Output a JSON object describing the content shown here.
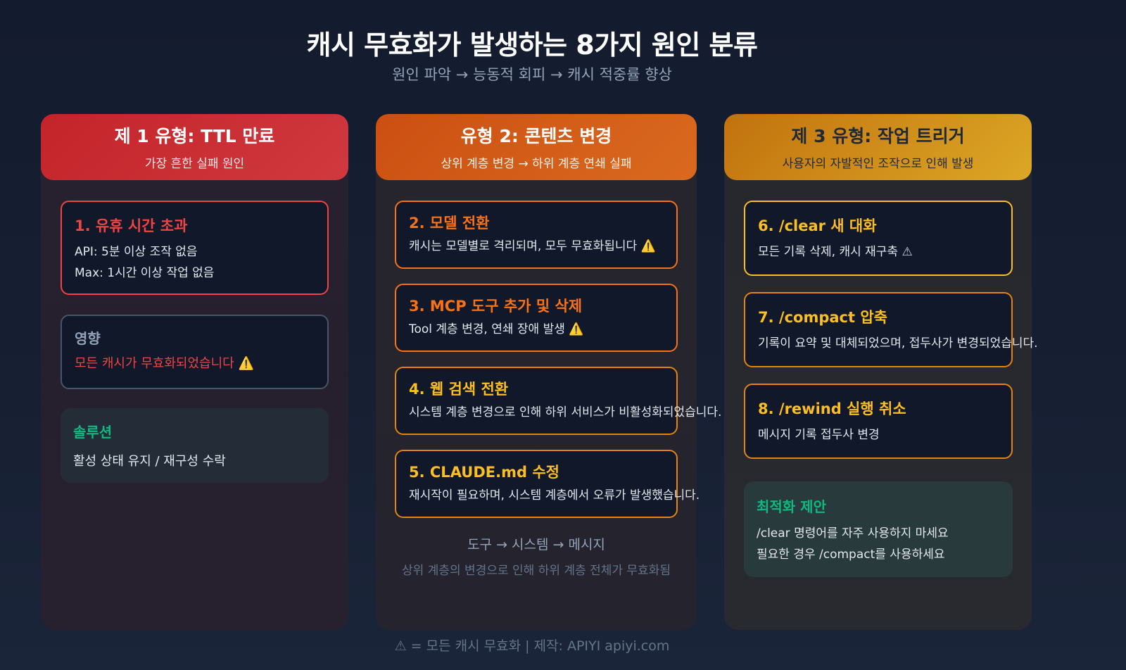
{
  "header": {
    "title": "캐시 무효화가 발생하는 8가지 원인 분류",
    "subtitle": "원인 파악 → 능동적 회피 → 캐시 적중률 향상"
  },
  "columns": [
    {
      "title": "제 1 유형: TTL 만료",
      "subtitle": "가장 흔한 실패 원인",
      "color": "#dc2626",
      "cards": [
        {
          "title": "1. 유휴 시간 초과",
          "lines": [
            "API: 5분 이상 조작 없음",
            "Max: 1시간 이상 작업 없음"
          ],
          "title_color": "#ef4444"
        }
      ],
      "impact": {
        "label": "영향",
        "text": "모든 캐시가 무효화되었습니다",
        "icon": "warning-icon"
      },
      "solution": {
        "label": "솔루션",
        "text": "활성 상태 유지 / 재구성 수락"
      }
    },
    {
      "title": "유형 2: 콘텐츠 변경",
      "subtitle": "상위 계층 변경 → 하위 계층 연쇄 실패",
      "color": "#ea580c",
      "cards": [
        {
          "title": "2. 모델 전환",
          "desc": "캐시는 모델별로 격리되며, 모두 무효화됩니다",
          "warn": "⚠️",
          "title_color": "#f97316"
        },
        {
          "title": "3. MCP 도구 추가 및 삭제",
          "desc": "Tool 계층 변경, 연쇄 장애 발생",
          "warn": "⚠️",
          "title_color": "#f97316"
        },
        {
          "title": "4. 웹 검색 전환",
          "desc": "시스템 계층 변경으로 인해 하위 서비스가 비활성화되었습니다.",
          "title_color": "#fbbf24"
        },
        {
          "title": "5. CLAUDE.md 수정",
          "desc": "재시작이 필요하며, 시스템 계층에서 오류가 발생했습니다.",
          "title_color": "#fbbf24"
        }
      ],
      "flow": "도구 → 시스템 → 메시지",
      "flow_note": "상위 계층의 변경으로 인해 하위 계층 전체가 무효화됨"
    },
    {
      "title": "제 3 유형: 작업 트리거",
      "subtitle": "사용자의 자발적인 조작으로 인해 발생",
      "color": "#d97706",
      "cards": [
        {
          "title": "6. /clear 새 대화",
          "desc": "모든 기록 삭제, 캐시 재구축",
          "warn": "⚠",
          "title_color": "#fbbf24"
        },
        {
          "title": "7. /compact 압축",
          "desc": "기록이 요약 및 대체되었으며, 접두사가 변경되었습니다.",
          "title_color": "#fbbf24"
        },
        {
          "title": "8. /rewind 실행 취소",
          "desc": "메시지 기록 접두사 변경",
          "title_color": "#fbbf24"
        }
      ],
      "tip": {
        "label": "최적화 제안",
        "lines": [
          "/clear 명령어를 자주 사용하지 마세요",
          "필요한 경우 /compact를 사용하세요"
        ]
      }
    }
  ],
  "footer": "⚠ = 모든 캐시 무효화 | 제작: APIYI apiyi.com",
  "colors": {
    "background": "#151d30",
    "red": "#ef4444",
    "orange": "#f97316",
    "amber": "#fbbf24",
    "green": "#10b981",
    "warning": "#facc15"
  }
}
